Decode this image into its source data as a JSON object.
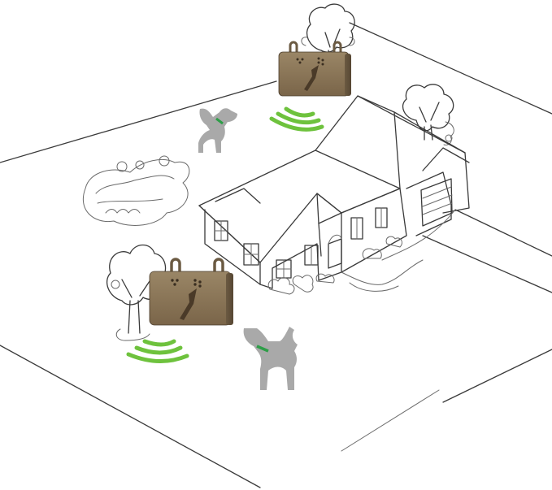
{
  "colors": {
    "sketch_line": "#3a3a3a",
    "device_wood": "#8a7557",
    "device_wood_dark": "#6b5a42",
    "signal_green": "#6ec23d",
    "dog_gray": "#a9a9a9",
    "collar_green": "#2e9e48",
    "background": "#ffffff"
  },
  "icons": {
    "device": "ultrasonic-bark-control-device",
    "signal": "ultrasonic-wave",
    "dog": "dog-silhouette",
    "house": "house-sketch"
  }
}
